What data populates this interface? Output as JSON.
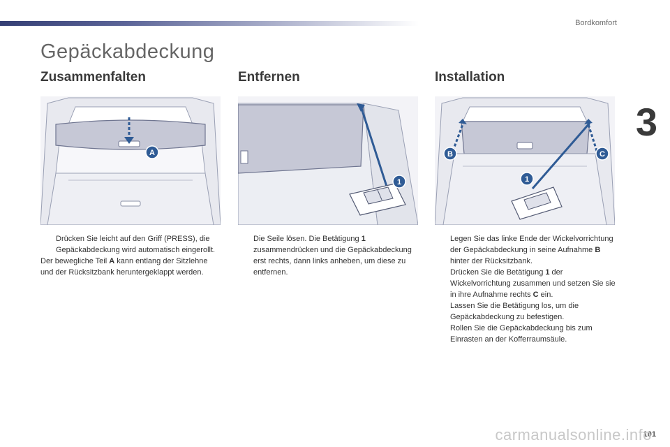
{
  "header": {
    "section": "Bordkomfort",
    "chapter": "3"
  },
  "page_title": "Gepäckabdeckung",
  "columns": {
    "col1": {
      "heading": "Zusammenfalten",
      "callouts": [
        "A"
      ],
      "bullet1": "Drücken Sie leicht auf den Griff (PRESS), die Gepäckabdeckung wird automatisch eingerollt.",
      "para": {
        "pre": "Der bewegliche Teil ",
        "bold": "A",
        "post": " kann entlang der Sitzlehne und der Rücksitzbank heruntergeklappt werden."
      }
    },
    "col2": {
      "heading": "Entfernen",
      "callouts": [
        "1"
      ],
      "bullet1": {
        "pre": "Die Seile lösen. Die Betätigung ",
        "bold": "1",
        "post": " zusammendrücken und die Gepäckabdeckung erst rechts, dann links anheben, um diese zu entfernen."
      }
    },
    "col3": {
      "heading": "Installation",
      "callouts": [
        "B",
        "C",
        "1"
      ],
      "bullet1": {
        "pre": "Legen Sie das linke Ende der Wickelvorrichtung der Gepäckabdeckung in seine Aufnahme ",
        "bold": "B",
        "post": " hinter der Rücksitzbank."
      },
      "bullet2": {
        "pre": "Drücken Sie die Betätigung ",
        "bold": "1",
        "post": " der Wickelvorrichtung zusammen und setzen Sie sie in ihre Aufnahme rechts ",
        "bold2": "C",
        "post2": " ein."
      },
      "bullet3": "Lassen Sie die Betätigung los, um die Gepäckabdeckung zu befestigen.",
      "bullet4": "Rollen Sie die Gepäckabdeckung bis zum Einrasten an der Kofferraumsäule."
    }
  },
  "bullet_symbol": "",
  "page_number": "101",
  "watermark": "carmanualsonline.info",
  "colors": {
    "accent": "#343e74",
    "callout": "#2f5b95",
    "illustration": "#c6c8d6"
  }
}
